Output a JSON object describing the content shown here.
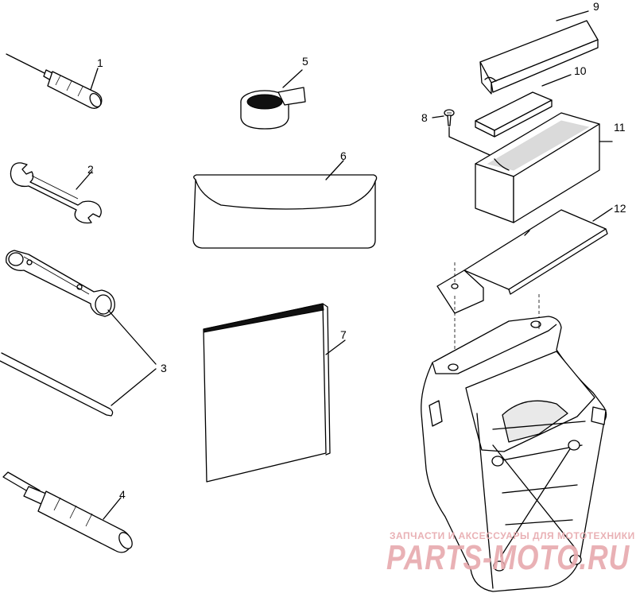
{
  "diagram": {
    "callouts": {
      "c1": "1",
      "c2": "2",
      "c3": "3",
      "c4": "4",
      "c5": "5",
      "c6": "6",
      "c7": "7",
      "c8": "8",
      "c9": "9",
      "c10": "10",
      "c11": "11",
      "c12": "12"
    },
    "watermark": {
      "top_text": "ЗАПЧАСТИ И АКСЕССУАРЫ ДЛЯ МОТОТЕХНИКИ",
      "brand": "PARTS-MOTO.RU",
      "color": "#e7a9ad"
    }
  }
}
